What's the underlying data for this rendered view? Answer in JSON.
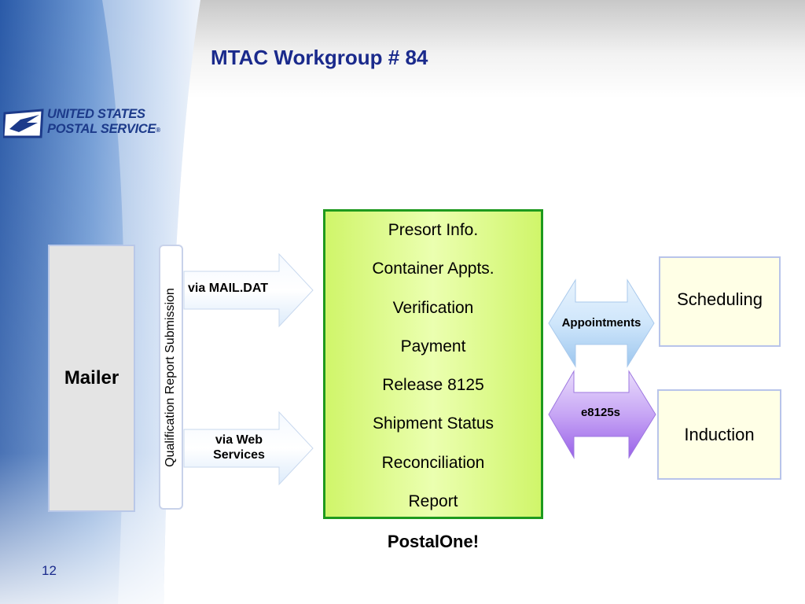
{
  "slide": {
    "title": "MTAC Workgroup # 84",
    "logo": {
      "name": "usps-eagle-logo",
      "line1": "UNITED STATES",
      "line2": "POSTAL SERVICE",
      "registered_mark": "®"
    },
    "page_number": "12"
  },
  "diagram": {
    "mailer": {
      "label": "Mailer"
    },
    "submission_bar": {
      "label": "Qualification Report Submission"
    },
    "inbound_arrows": [
      {
        "label": "via MAIL.DAT"
      },
      {
        "label_line1": "via Web",
        "label_line2": "Services"
      }
    ],
    "postalone": {
      "name": "PostalOne!",
      "functions": [
        "Presort Info.",
        "Container Appts.",
        "Verification",
        "Payment",
        "Release 8125",
        "Shipment Status",
        "Reconciliation",
        "Report"
      ]
    },
    "exchanges": [
      {
        "label": "Appointments",
        "color": "#cfe6fb"
      },
      {
        "label": "e8125s",
        "color": "#b78af2"
      }
    ],
    "destinations": [
      {
        "label": "Scheduling"
      },
      {
        "label": "Induction"
      }
    ]
  },
  "colors": {
    "title": "#1a2a8c",
    "postalone_border": "#1e9a1e",
    "postalone_fill": "#d8f77a",
    "destination_fill": "#ffffe6",
    "mailer_fill": "#e4e4e4"
  }
}
